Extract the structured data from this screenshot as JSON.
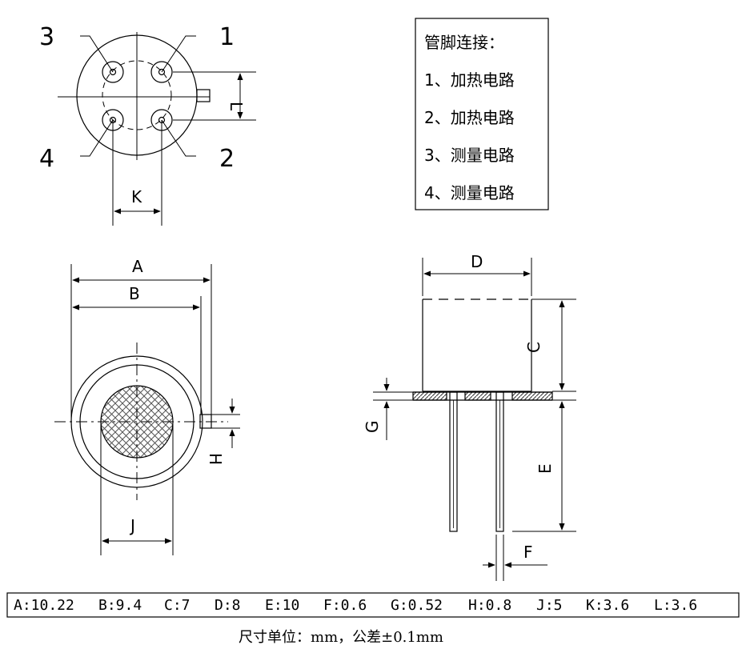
{
  "pin_numbers": [
    "3",
    "1",
    "4",
    "2"
  ],
  "dim_labels": {
    "K": "K",
    "L": "L",
    "A": "A",
    "B": "B",
    "J": "J",
    "H": "H",
    "D": "D",
    "C": "C",
    "G": "G",
    "E": "E",
    "F": "F"
  },
  "legend": {
    "title": "管脚连接：",
    "items": [
      "1、加热电路",
      "2、加热电路",
      "3、测量电路",
      "4、测量电路"
    ]
  },
  "specs": [
    "A:10.22",
    "B:9.4",
    "C:7",
    "D:8",
    "E:10",
    "F:0.6",
    "G:0.52",
    "H:0.8",
    "J:5",
    "K:3.6",
    "L:3.6"
  ],
  "unit_note": "尺寸单位：mm，公差±0.1mm"
}
